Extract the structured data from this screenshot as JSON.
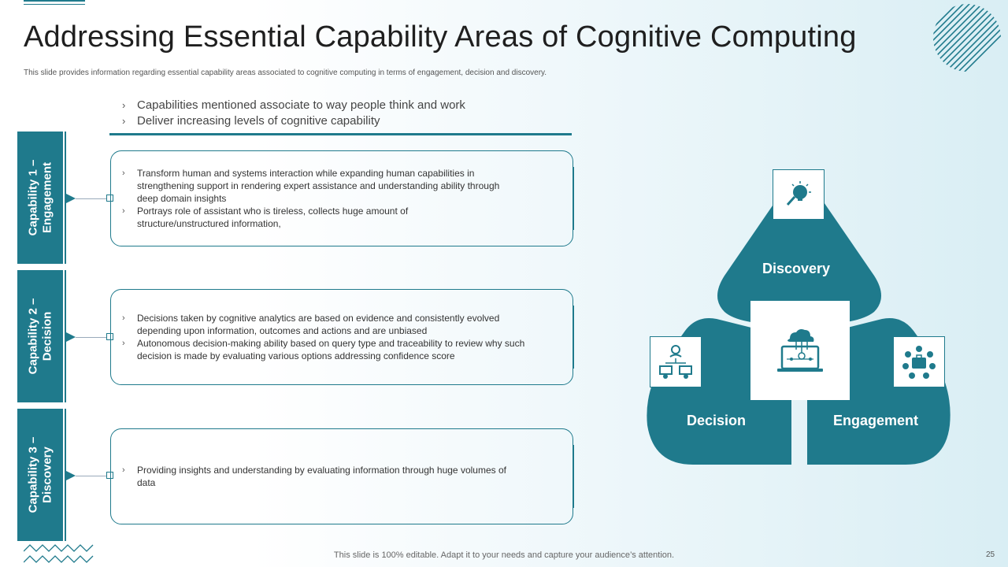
{
  "slide": {
    "title": "Addressing Essential Capability Areas of Cognitive Computing",
    "subtitle": "This slide provides information regarding essential capability areas associated to cognitive computing in terms of engagement, decision and discovery.",
    "intro_points": [
      "Capabilities mentioned associate to way people think and work",
      "Deliver increasing levels of cognitive capability"
    ],
    "capabilities": [
      {
        "label_line1": "Capability 1 –",
        "label_line2": "Engagement",
        "points": [
          "Transform  human  and  systems  interaction  while  expanding  human  capabilities  in  strengthening  support  in  rendering  expert  assistance  and  understanding  ability  through  deep  domain  insights",
          "Portrays  role  of  assistant  who  is  tireless,  collects  huge  amount  of  structure/unstructured  information,"
        ]
      },
      {
        "label_line1": "Capability 2 –",
        "label_line2": "Decision",
        "points": [
          "Decisions  taken  by  cognitive  analytics  are  based  on  evidence   and  consistently  evolved  depending  upon  information,  outcomes  and  actions  and  are  unbiased",
          "Autonomous  decision-making  ability  based  on  query  type  and  traceability  to  review  why  such  decision  is  made  by  evaluating  various  options  addressing  confidence  score"
        ]
      },
      {
        "label_line1": "Capability 3 –",
        "label_line2": "Discovery",
        "points": [
          "Providing  insights  and  understanding   by  evaluating  information  through  huge  volumes  of  data"
        ]
      }
    ],
    "diagram": {
      "top": "Discovery",
      "left": "Decision",
      "right": "Engagement",
      "center_icon": "cloud-computing-icon",
      "top_icon": "lightbulb-magnifier-icon",
      "left_icon": "org-chart-icon",
      "right_icon": "team-circle-icon"
    },
    "footer": "This slide is 100% editable. Adapt it to your needs and capture your audience’s attention.",
    "page_number": "25"
  },
  "colors": {
    "accent": "#1f7a8c",
    "background_end": "#d9eef4"
  }
}
